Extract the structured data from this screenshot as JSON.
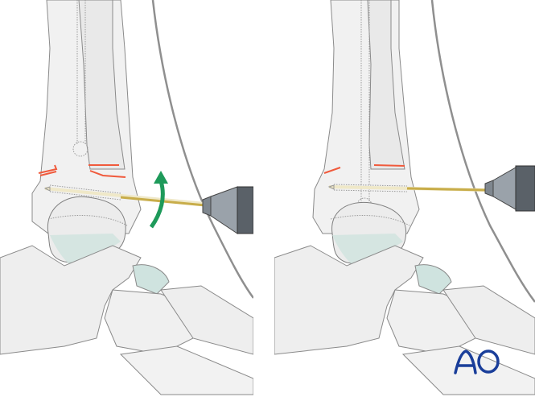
{
  "figure": {
    "panels": [
      {
        "id": "left",
        "description": "Ankle fracture with K-wire being inserted via drill; green arrow indicates rotation",
        "elements": [
          "tibia",
          "fibula",
          "fracture-lines",
          "k-wire",
          "drill-chuck",
          "rotation-arrow",
          "talus",
          "calcaneus",
          "navicular",
          "cuboid",
          "metatarsals",
          "skin-outline"
        ]
      },
      {
        "id": "right",
        "description": "K-wire advanced through fibula into tibia after reduction",
        "elements": [
          "tibia",
          "fibula",
          "fracture-lines",
          "k-wire",
          "drill-chuck",
          "talus",
          "calcaneus",
          "navicular",
          "cuboid",
          "metatarsals",
          "skin-outline"
        ]
      }
    ],
    "logo": {
      "text": "AO",
      "color": "#1a3e9a"
    },
    "colors": {
      "bone_fill": "#efefef",
      "bone_stroke": "#8a8a8a",
      "cartilage": "#cfe3df",
      "fracture_line": "#f05a3c",
      "rotation_arrow": "#1e9a5a",
      "wire": "#c8ad4a",
      "chuck": "#8c949c"
    }
  }
}
